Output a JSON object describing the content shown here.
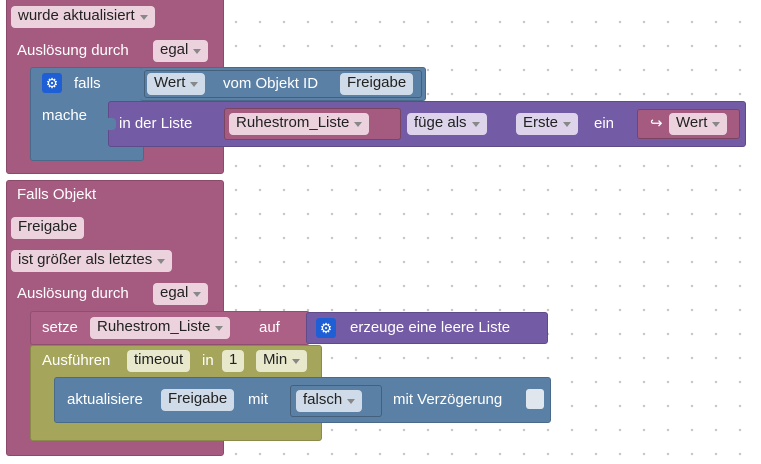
{
  "event1": {
    "trigger_value": "wurde aktualisiert",
    "ausloesung_label": "Auslösung durch",
    "ausloesung_value": "egal"
  },
  "if_block": {
    "falls_label": "falls",
    "mache_label": "mache",
    "attr_value": "Wert",
    "vom_objekt_label": "vom Objekt ID",
    "object_id": "Freigabe"
  },
  "list_insert": {
    "in_der_liste_label": "in der Liste",
    "list_var": "Ruhestrom_Liste",
    "mode": "füge als",
    "position": "Erste",
    "ein_label": "ein",
    "value_icon": "↪",
    "value": "Wert"
  },
  "event2": {
    "falls_objekt_label": "Falls Objekt",
    "object": "Freigabe",
    "condition": "ist größer als letztes",
    "ausloesung_label": "Auslösung durch",
    "ausloesung_value": "egal"
  },
  "set_block": {
    "setze_label": "setze",
    "var": "Ruhestrom_Liste",
    "auf_label": "auf",
    "create_list_label": "erzeuge eine leere Liste"
  },
  "timeout_block": {
    "ausfuehren_label": "Ausführen",
    "timeout_var": "timeout",
    "in_label": "in",
    "delay": "1",
    "unit": "Min"
  },
  "update_block": {
    "aktualisiere_label": "aktualisiere",
    "object": "Freigabe",
    "mit_label": "mit",
    "value": "falsch",
    "verzoegerung_label": "mit Verzögerung"
  },
  "icons": {
    "gear": "gear-icon",
    "value_arrow": "arrow-icon"
  },
  "colors": {
    "event": "#a55b80",
    "control": "#5b80a5",
    "list": "#745ba5",
    "timer": "#a5a55b",
    "gear": "#1f5fd6"
  }
}
